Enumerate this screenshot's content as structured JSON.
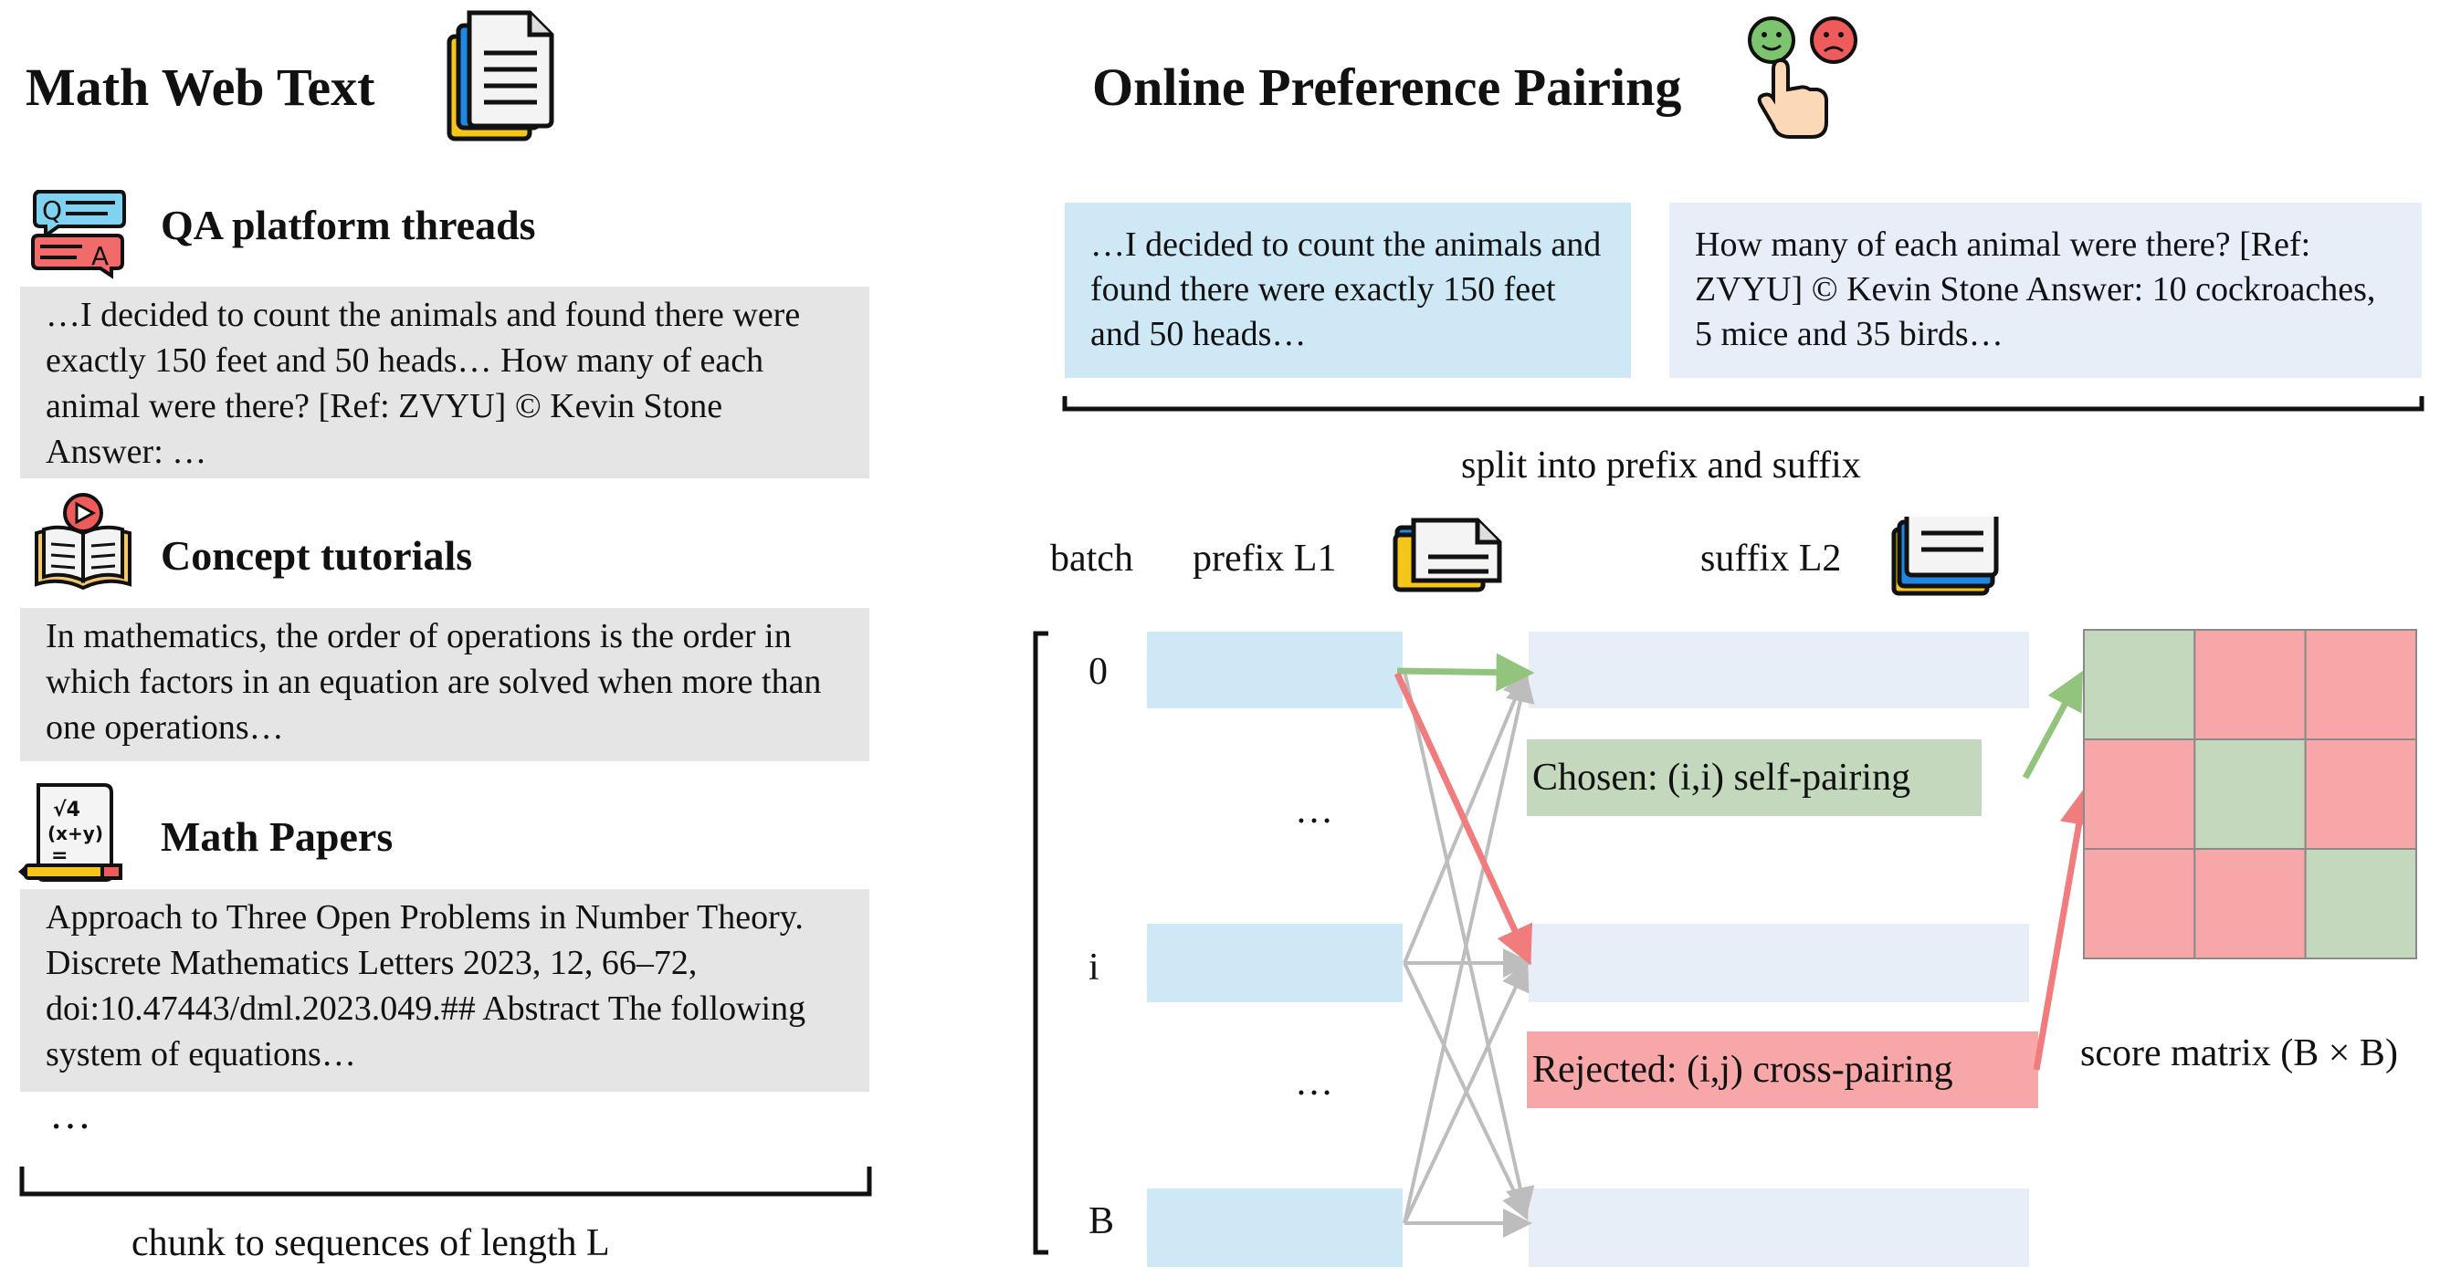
{
  "left": {
    "title": "Math Web Text",
    "sources": [
      {
        "name": "QA platform threads",
        "text": "…I decided to count the animals and found there were exactly 150 feet and 50 heads… How many of each animal were there? [Ref: ZVYU] © Kevin Stone Answer: …"
      },
      {
        "name": "Concept tutorials",
        "text": "In mathematics, the order of operations is the order in which factors in an equation are solved when more than one operations…"
      },
      {
        "name": "Math Papers",
        "text": "Approach to Three Open Problems in Number Theory. Discrete Mathematics Letters 2023, 12, 66–72, doi:10.47443/dml.2023.049.## Abstract The following system of equations…"
      }
    ],
    "ellipsis": "…",
    "caption": "chunk to sequences of length L"
  },
  "right": {
    "title": "Online Preference Pairing",
    "prefix_text": "…I decided to count the animals and found there were exactly 150 feet and 50 heads…",
    "suffix_text": "How many of each animal were there? [Ref: ZVYU] © Kevin Stone Answer: 10 cockroaches, 5 mice and 35 birds…",
    "split_caption": "split into prefix and suffix",
    "batch_label": "batch",
    "prefix_label": "prefix L1",
    "suffix_label": "suffix L2",
    "rows": [
      "0",
      "i",
      "B"
    ],
    "dots": [
      "…",
      "…"
    ],
    "chosen_label": "Chosen: (i,i) self-pairing",
    "rejected_label": "Rejected: (i,j) cross-pairing",
    "matrix_caption": "score matrix (B × B)"
  },
  "colors": {
    "prefix_blue": "#cfe8f6",
    "suffix_blue": "#e7eef7",
    "chosen_green": "#c3d8bd",
    "rejected_red": "#f7a7a8",
    "arrow_green": "#93c47d",
    "arrow_red": "#f07c7e",
    "arrow_gray": "#bdbdbd",
    "gray_box": "#e5e5e5"
  },
  "score_matrix": [
    [
      "chosen",
      "rejected",
      "rejected"
    ],
    [
      "rejected",
      "chosen",
      "rejected"
    ],
    [
      "rejected",
      "rejected",
      "chosen"
    ]
  ]
}
